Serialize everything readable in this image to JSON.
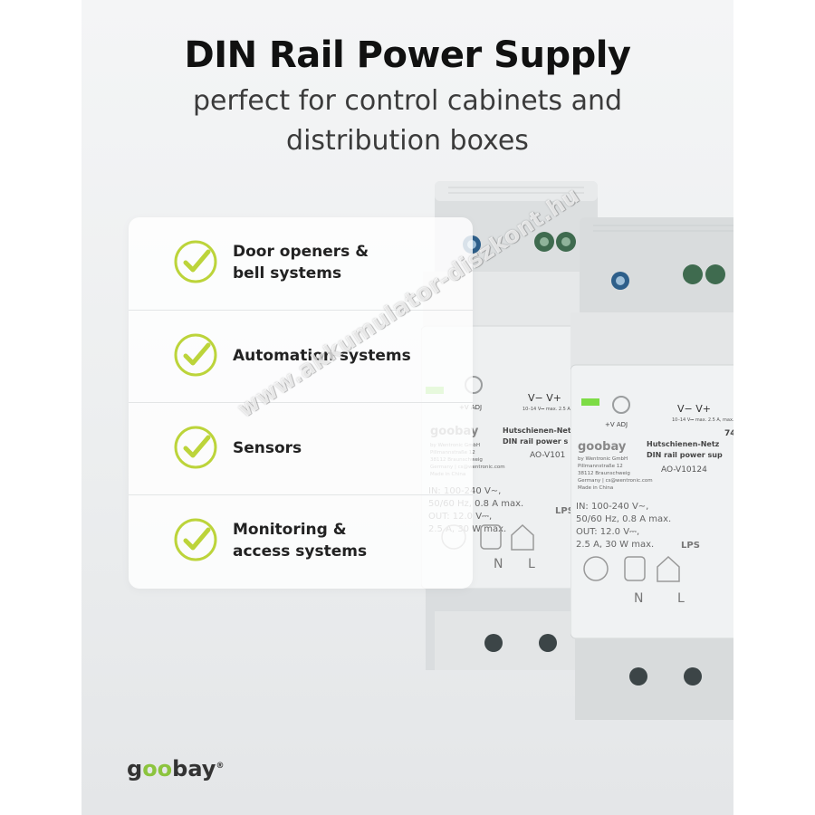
{
  "heading": {
    "title": "DIN Rail Power Supply",
    "subtitle_line1": "perfect for control cabinets and",
    "subtitle_line2": "distribution boxes"
  },
  "features": [
    {
      "line1": "Door openers &",
      "line2": "bell systems"
    },
    {
      "line1": "Automation systems",
      "line2": ""
    },
    {
      "line1": "Sensors",
      "line2": ""
    },
    {
      "line1": "Monitoring &",
      "line2": "access systems"
    }
  ],
  "device": {
    "adj_label": "+V ADJ",
    "terminals": "V− V+",
    "range": "10–14 V⎓ max. 2.5 A, max.",
    "brand": "goobay",
    "title_de": "Hutschienen-Netz",
    "title_en": "DIN rail power s",
    "model": "AO-V101",
    "maker": "by Wentronic GmbH",
    "addr1": "Pillmannstraße 12",
    "addr2": "38112 Braunschweig",
    "addr3": "Germany | cs@wentronic.com",
    "made": "Made in China",
    "spec1": "IN: 100-240 V∼,",
    "spec2": "50/60 Hz, 0.8 A max.",
    "spec3": "OUT: 12.0 V⎓,",
    "spec4": "2.5 A, 30 W max.",
    "lps": "LPS",
    "n": "N",
    "l": "L"
  },
  "device2": {
    "title_en": "DIN rail power sup",
    "model": "AO-V10124",
    "code": "74"
  },
  "logo": {
    "g": "g",
    "oo": "oo",
    "bay": "bay",
    "reg": "®"
  },
  "watermark": "www.akkumulator-diszkont.hu",
  "colors": {
    "accent_green": "#bcd43a",
    "brand_green": "#8cc43e",
    "title": "#111111"
  }
}
